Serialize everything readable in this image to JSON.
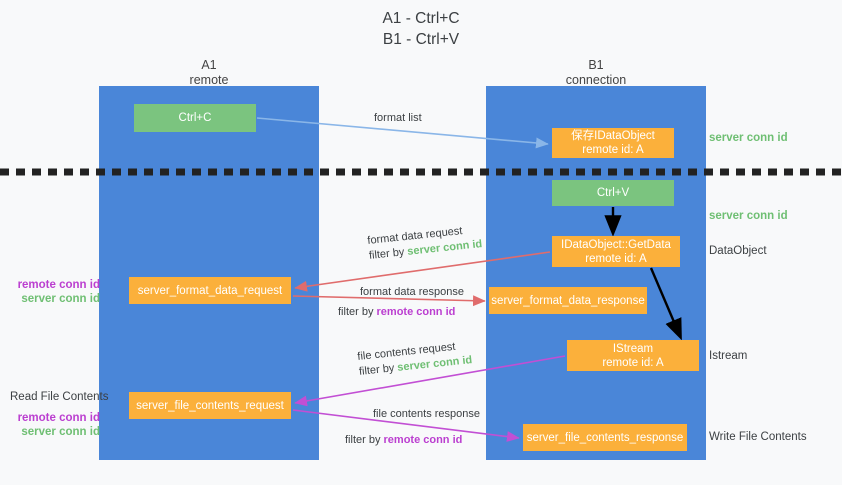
{
  "title": {
    "line1": "A1 - Ctrl+C",
    "line2": "B1 - Ctrl+V"
  },
  "columns": [
    {
      "name": "A1",
      "subtitle": "remote"
    },
    {
      "name": "B1",
      "subtitle": "connection"
    }
  ],
  "nodes": {
    "ctrl_c": "Ctrl+C",
    "save_dataobject_l1": "保存IDataObject",
    "save_dataobject_l2": "remote id: A",
    "ctrl_v": "Ctrl+V",
    "getdata_l1": "IDataObject::GetData",
    "getdata_l2": "remote id: A",
    "server_format_data_request": "server_format_data_request",
    "server_format_data_response": "server_format_data_response",
    "istream_l1": "IStream",
    "istream_l2": "remote id: A",
    "server_file_contents_request": "server_file_contents_request",
    "server_file_contents_response": "server_file_contents_response"
  },
  "edge_labels": {
    "format_list": "format list",
    "format_data_request": "format data request",
    "format_data_response": "format data response",
    "file_contents_request": "file contents request",
    "file_contents_response": "file contents response",
    "filter_by": "filter by ",
    "server_conn_id": "server conn id",
    "remote_conn_id": "remote conn id"
  },
  "right_labels": {
    "server_conn_id_top": "server conn id",
    "server_conn_id_mid": "server conn id",
    "dataobject": "DataObject",
    "istream": "Istream",
    "write_file_contents": "Write File Contents"
  },
  "left_labels": {
    "remote_conn_id_1": "remote conn id",
    "server_conn_id_1": "server conn id",
    "read_file_contents": "Read File Contents",
    "remote_conn_id_2": "remote conn id",
    "server_conn_id_2": "server conn id"
  },
  "colors": {
    "column_blue": "#4a86d8",
    "node_orange": "#fbb03b",
    "node_green": "#7bc47f",
    "arrow_lightblue": "#8ab6e8",
    "arrow_red": "#e06c6c",
    "arrow_magenta": "#c24fd4",
    "arrow_black": "#000000",
    "green_text": "#6fbf73",
    "purple_text": "#bb3fd0",
    "background": "#f8f9fa"
  }
}
